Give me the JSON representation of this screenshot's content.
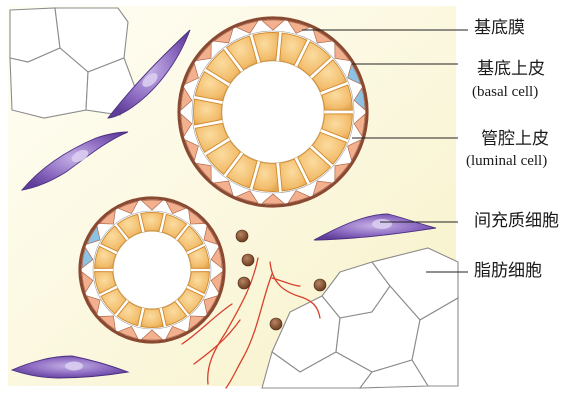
{
  "labels": {
    "basement_membrane": "基底膜",
    "basal_cell_zh": "基底上皮",
    "basal_cell_en": "(basal cell)",
    "luminal_cell_zh": "管腔上皮",
    "luminal_cell_en": "(luminal cell)",
    "stromal_cell": "间充质细胞",
    "adipocyte": "脂肪细胞"
  },
  "colors": {
    "background_gradient_light": "#fffef6",
    "background_gradient_warm": "#f7f3cc",
    "membrane": "#8a4a32",
    "basal_cell_fill": "#f2b08e",
    "luminal_cell_fill": "#f3c377",
    "luminal_cell_edge": "#d08a2e",
    "mesenchymal_fill": "#7a56b0",
    "blue_cell": "#8cc3e4",
    "capillary": "#d83a2a",
    "immune_cell": "#7a4a2e",
    "adipocyte_outline": "#8a8a8a",
    "leader_line": "#222222"
  }
}
